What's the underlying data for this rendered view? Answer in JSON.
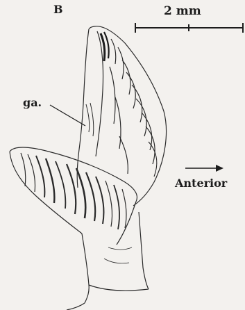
{
  "figure": {
    "panel_letter": "B",
    "scale_bar_label": "2 mm",
    "gland_label": "ga.",
    "direction_label": "Anterior"
  },
  "colors": {
    "background": "#f3f1ee",
    "ink": "#1c1c1c"
  }
}
